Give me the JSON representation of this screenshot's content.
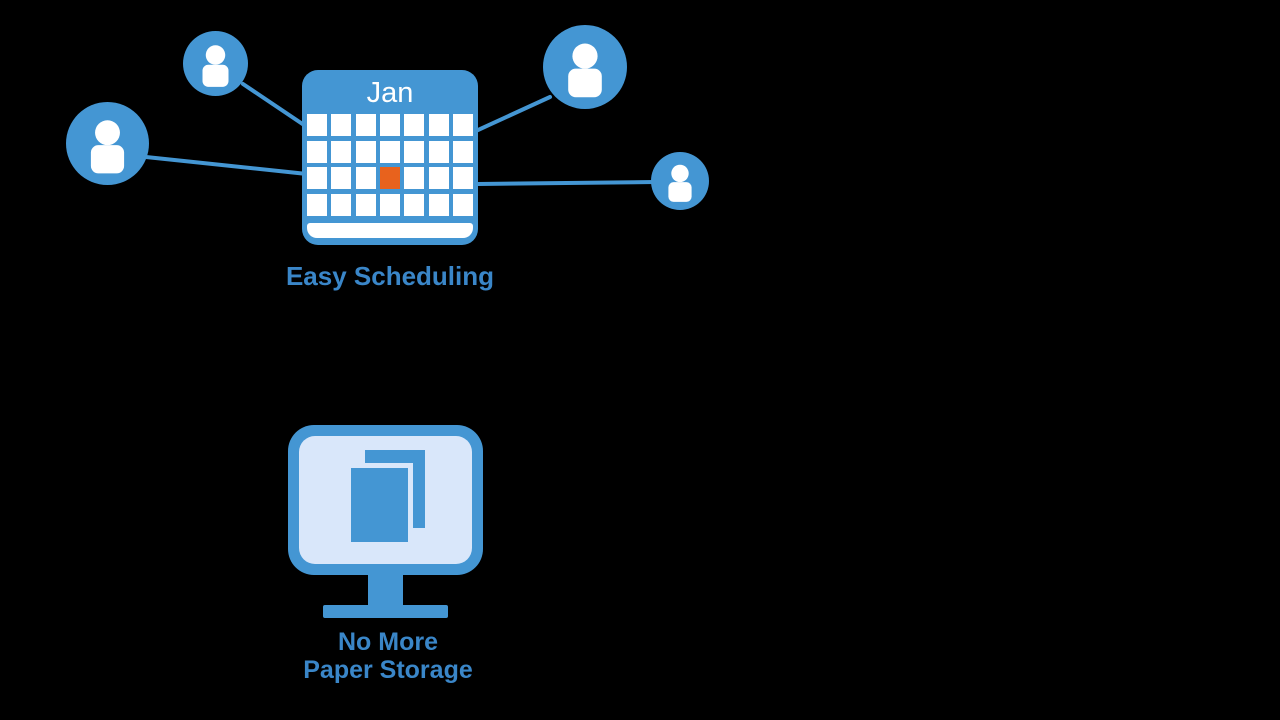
{
  "colors": {
    "background": "#000000",
    "primary": "#4496d3",
    "text": "#3a86c8",
    "highlight": "#e8621d",
    "screen": "#d9e7fa",
    "white": "#ffffff"
  },
  "easy_scheduling": {
    "label": "Easy Scheduling",
    "calendar": {
      "month": "Jan",
      "rows": 4,
      "columns": 7,
      "highlighted_cell": {
        "row": 3,
        "column": 4
      }
    },
    "people": [
      {
        "icon": "person-icon",
        "position": "top-left"
      },
      {
        "icon": "person-icon",
        "position": "left"
      },
      {
        "icon": "person-icon",
        "position": "top-right"
      },
      {
        "icon": "person-icon",
        "position": "right"
      }
    ]
  },
  "no_more_paper_storage": {
    "label_line1": "No More",
    "label_line2": "Paper Storage",
    "monitor_icon": "monitor-icon",
    "documents_icon": "documents-icon"
  }
}
